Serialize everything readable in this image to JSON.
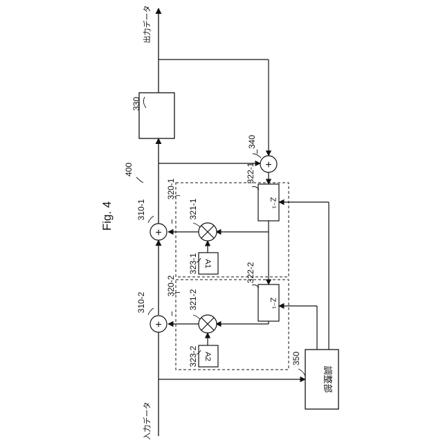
{
  "figure": {
    "title": "Fig. 4",
    "system_label": "400",
    "input_label": "入力データ",
    "output_label": "出力データ"
  },
  "adders": {
    "a310_1": {
      "ref": "310-1",
      "symbol": "+",
      "sign": "−"
    },
    "a310_2": {
      "ref": "310-2",
      "symbol": "+",
      "sign": "−"
    },
    "a340": {
      "ref": "340",
      "symbol": "+",
      "sign": "−"
    }
  },
  "blocks": {
    "b330": {
      "ref": "330",
      "text": ""
    },
    "b350": {
      "ref": "350",
      "text": "調整部"
    }
  },
  "stages": {
    "s1": {
      "ref": "320-1",
      "multiplier_ref": "321-1",
      "delay_ref": "322-1",
      "delay_text": "Z⁻¹",
      "coef_ref": "323-1",
      "coef_text": "A1"
    },
    "s2": {
      "ref": "320-2",
      "multiplier_ref": "321-2",
      "delay_ref": "322-2",
      "delay_text": "Z⁻¹",
      "coef_ref": "323-2",
      "coef_text": "A2"
    }
  }
}
